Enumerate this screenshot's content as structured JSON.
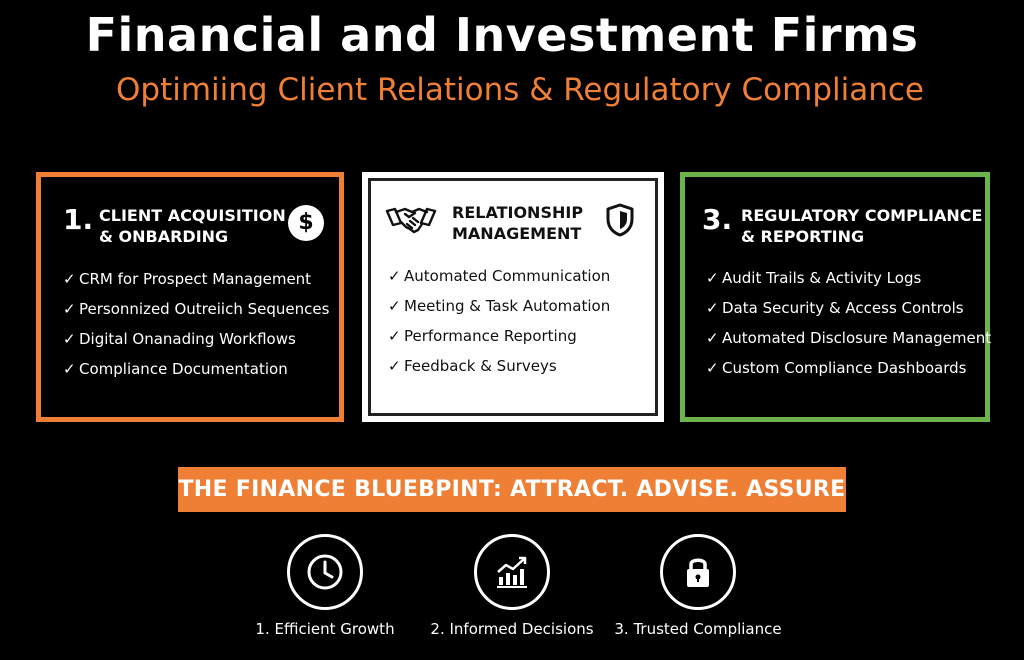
{
  "header": {
    "title": "Financial and Investment Firms",
    "subtitle": "Optimiing Client Relations & Regulatory Compliance"
  },
  "cards": [
    {
      "number": "1.",
      "title_line1": "CLIENT ACQUISITION",
      "title_line2": "& ONBARDING",
      "icon": "dollar-icon",
      "icon_text": "$",
      "border_color": "#ee7f35",
      "items": [
        "CRM for Prospect Management",
        "Personnized Outreiich Sequences",
        "Digital Onanading Workflows",
        "Compliance Documentation"
      ]
    },
    {
      "number": "",
      "title_line1": "RELATIONSHIP",
      "title_line2": "MANAGEMENT",
      "icon": "handshake-icon",
      "icon_right": "shield-icon",
      "items": [
        "Automated Communication",
        "Meeting & Task Automation",
        "Performance Reporting",
        "Feedback & Surveys"
      ]
    },
    {
      "number": "3.",
      "title_line1": "REGULATORY COMPLIANCE",
      "title_line2": "& REPORTING",
      "border_color": "#6bb34a",
      "items": [
        "Audit Trails & Activity Logs",
        "Data Security & Access Controls",
        "Automated Disclosure Management",
        "Custom Compliance Dashboards"
      ]
    }
  ],
  "check_glyph": "✓",
  "banner": {
    "text": "THE FINANCE BLUEBPINT: ATTRACT. ADVISE. ASSURE",
    "color": "#ee7f35"
  },
  "pillars": [
    {
      "icon": "clock-icon",
      "label": "1. Efficient Growth"
    },
    {
      "icon": "growth-chart-icon",
      "label": "2. Informed Decisions"
    },
    {
      "icon": "lock-icon",
      "label": "3. Trusted Compliance"
    }
  ],
  "colors": {
    "accent_orange": "#ee7f35",
    "accent_green": "#6bb34a",
    "background": "#000000"
  }
}
